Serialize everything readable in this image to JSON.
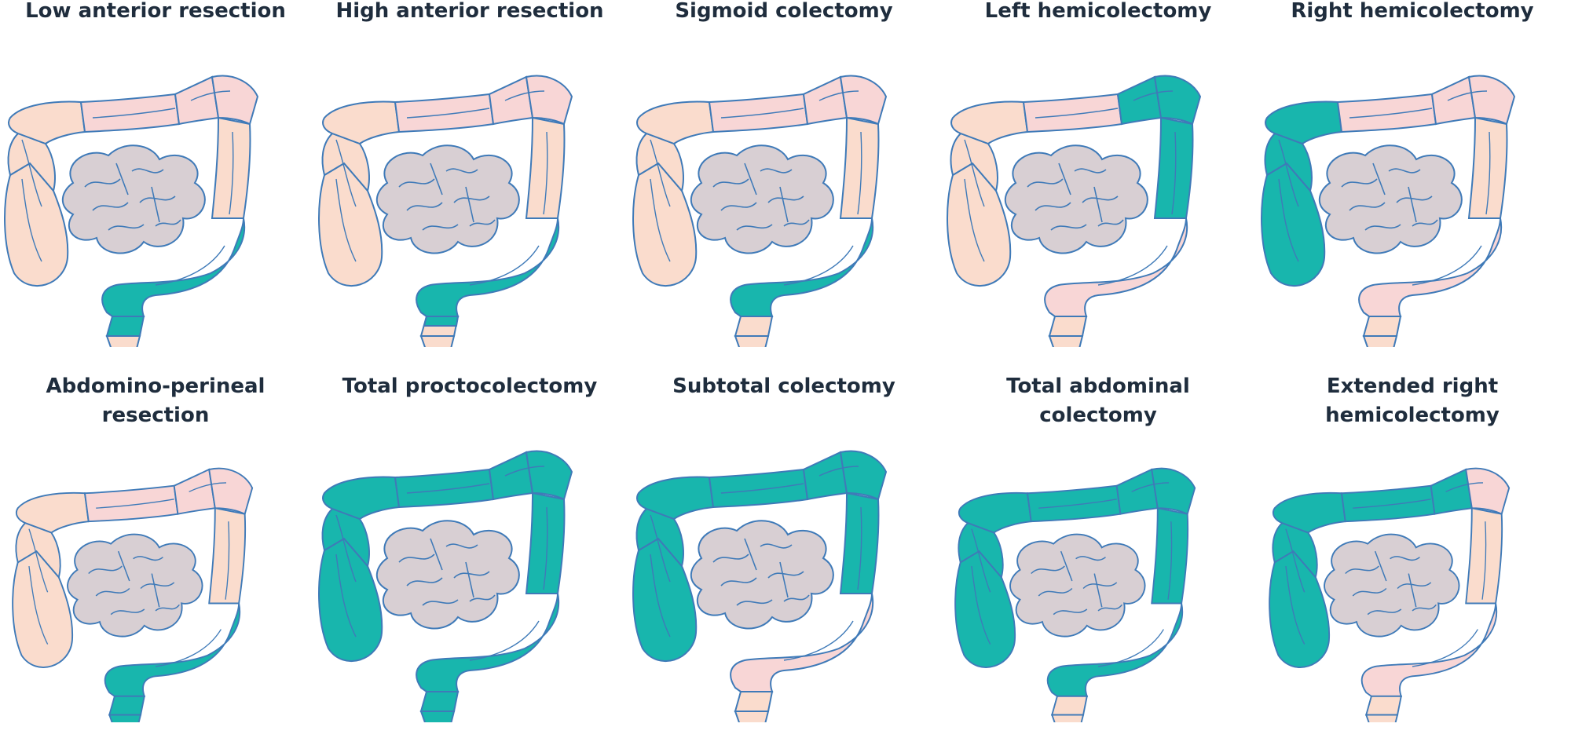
{
  "colors": {
    "resected": "#18b6ad",
    "colon_light": "#fadccd",
    "colon_pink": "#f8d6d6",
    "small_bowel": "#d8cfd3",
    "outline": "#3f7ab8"
  },
  "panels": [
    {
      "title": [
        "Low anterior resection"
      ],
      "resected": [
        "sigmoid",
        "rectum"
      ]
    },
    {
      "title": [
        "High anterior resection"
      ],
      "resected": [
        "sigmoid",
        "rectum-upper"
      ]
    },
    {
      "title": [
        "Sigmoid colectomy"
      ],
      "resected": [
        "sigmoid"
      ]
    },
    {
      "title": [
        "Left hemicolectomy"
      ],
      "resected": [
        "transverse-left",
        "splenic",
        "descending"
      ]
    },
    {
      "title": [
        "Right hemicolectomy"
      ],
      "resected": [
        "cecum",
        "ascending",
        "hepatic"
      ]
    },
    {
      "title": [
        "Abdomino-perineal",
        "resection"
      ],
      "resected": [
        "sigmoid",
        "rectum",
        "anus"
      ]
    },
    {
      "title": [
        "Total proctocolectomy"
      ],
      "resected": [
        "cecum",
        "ascending",
        "hepatic",
        "transverse-right",
        "transverse-left",
        "splenic",
        "descending",
        "sigmoid",
        "rectum",
        "anus"
      ]
    },
    {
      "title": [
        "Subtotal colectomy"
      ],
      "resected": [
        "cecum",
        "ascending",
        "hepatic",
        "transverse-right",
        "transverse-left",
        "splenic",
        "descending-upper"
      ]
    },
    {
      "title": [
        "Total abdominal",
        "colectomy"
      ],
      "resected": [
        "cecum",
        "ascending",
        "hepatic",
        "transverse-right",
        "transverse-left",
        "splenic",
        "descending",
        "sigmoid"
      ]
    },
    {
      "title": [
        "Extended right",
        "hemicolectomy"
      ],
      "resected": [
        "cecum",
        "ascending",
        "hepatic",
        "transverse-right",
        "transverse-left-part"
      ]
    }
  ]
}
